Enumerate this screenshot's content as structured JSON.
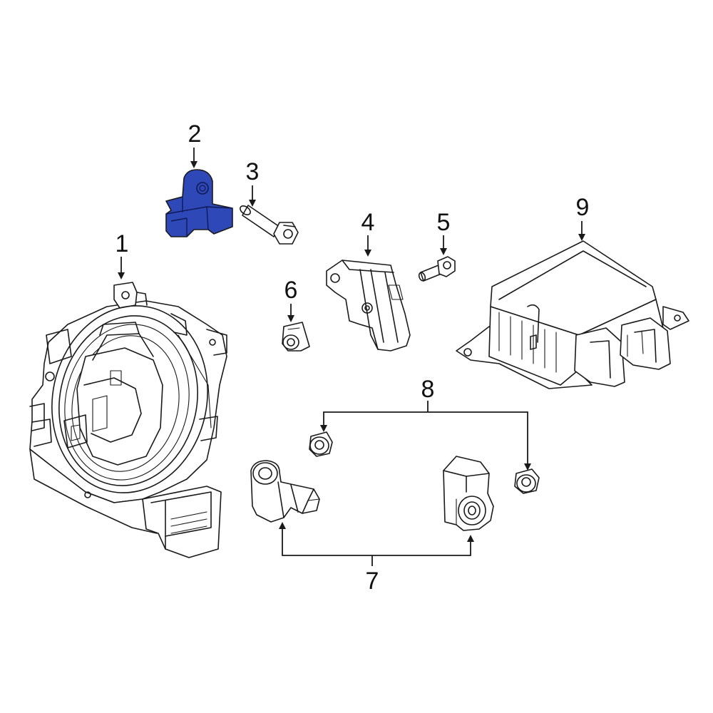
{
  "diagram": {
    "highlight_color": "#2f48b8",
    "line_color": "#1a1a1a",
    "background": "#ffffff",
    "highlighted_part": "2",
    "callouts": {
      "c1": "1",
      "c2": "2",
      "c3": "3",
      "c4": "4",
      "c5": "5",
      "c6": "6",
      "c7": "7",
      "c8": "8",
      "c9": "9"
    }
  }
}
